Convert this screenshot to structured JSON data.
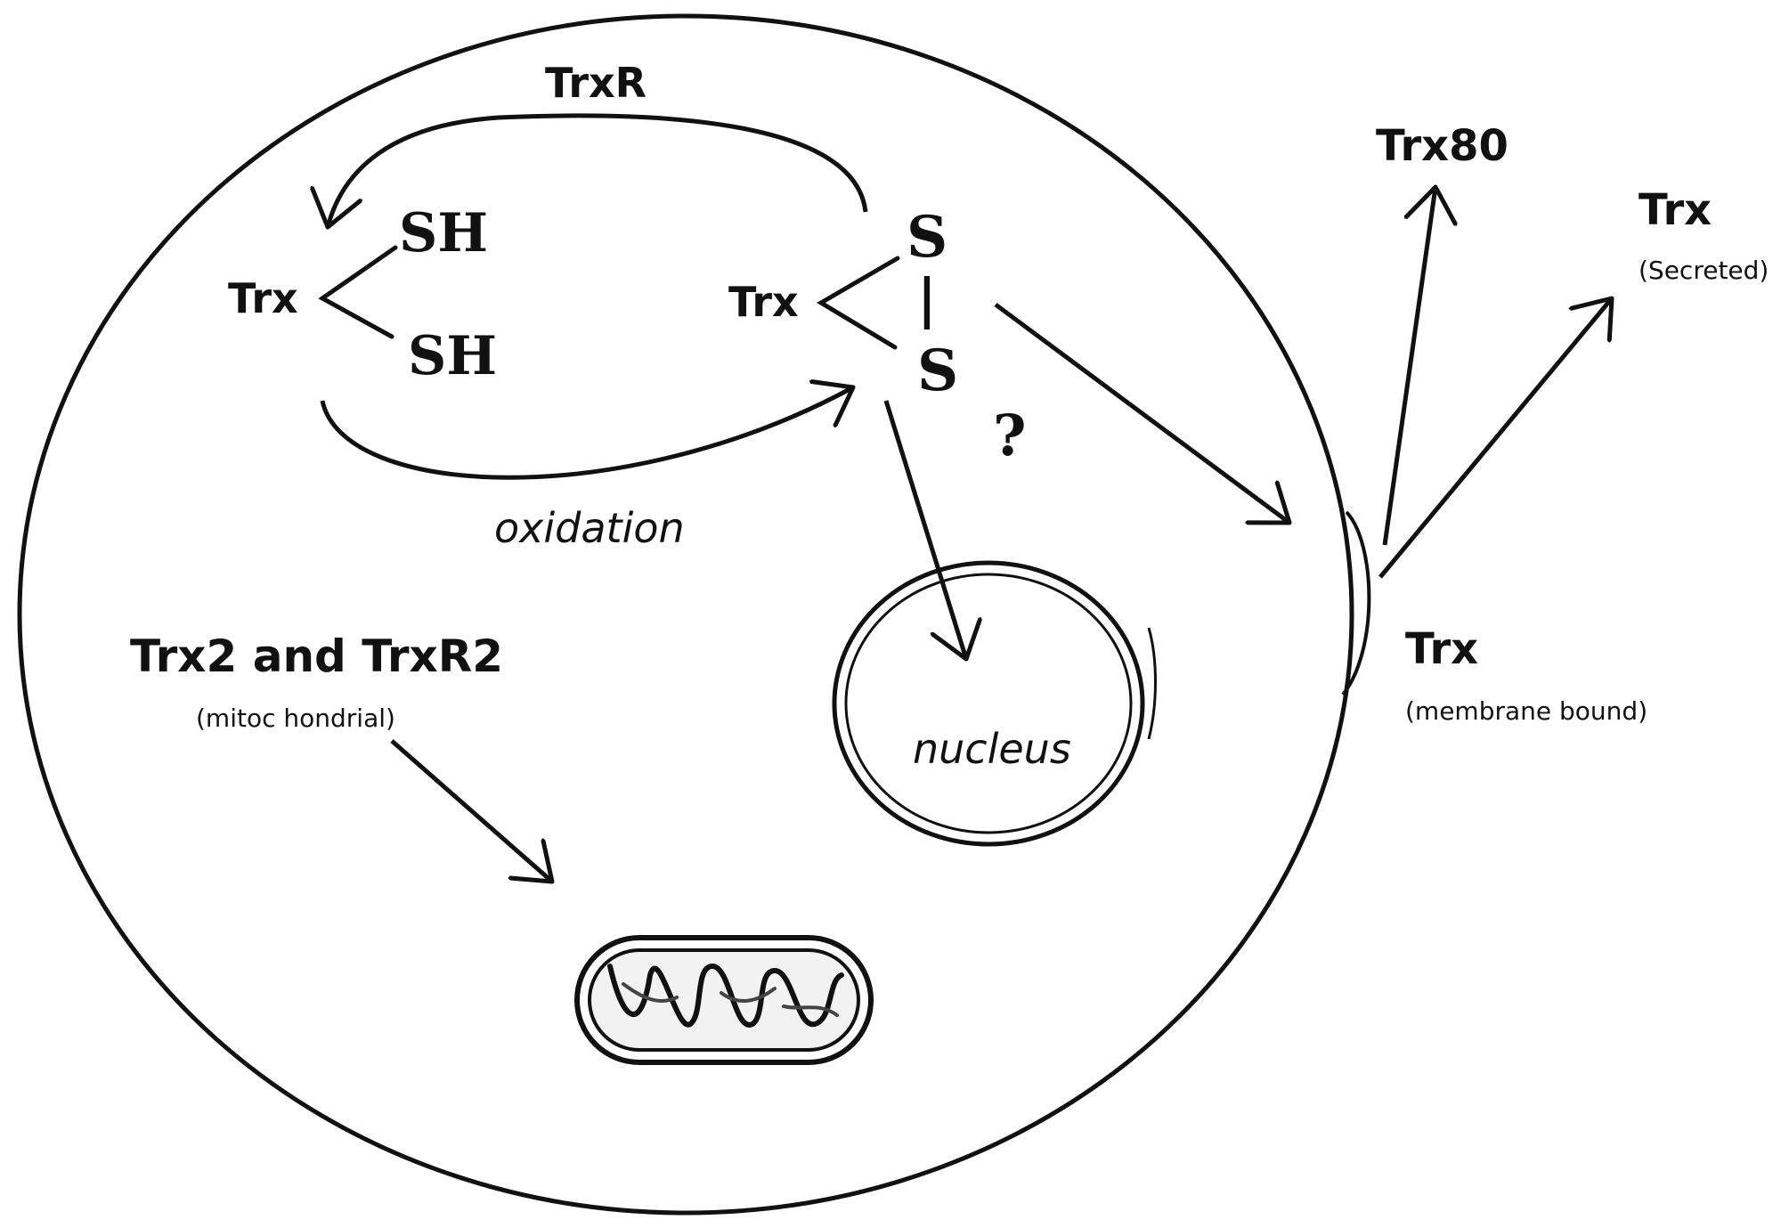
{
  "reduction_enzyme": "TrxR",
  "reduced": {
    "protein": "Trx",
    "thiol_top": "SH",
    "thiol_bottom": "SH"
  },
  "oxidized": {
    "protein": "Trx",
    "sulfur_top": "S",
    "bond": "|",
    "sulfur_bottom": "S"
  },
  "oxidation_label": "oxidation",
  "question_mark": "?",
  "nucleus_label": "nucleus",
  "mitochondrial": {
    "title": "Trx2 and TrxR2",
    "subtitle": "(mitoc hondrial)"
  },
  "extracellular": {
    "truncated": "Trx80",
    "secreted_title": "Trx",
    "secreted_subtitle": "(Secreted)",
    "membrane_title": "Trx",
    "membrane_subtitle": "(membrane bound)"
  },
  "colors": {
    "ink": "#111111",
    "background": "#ffffff"
  }
}
